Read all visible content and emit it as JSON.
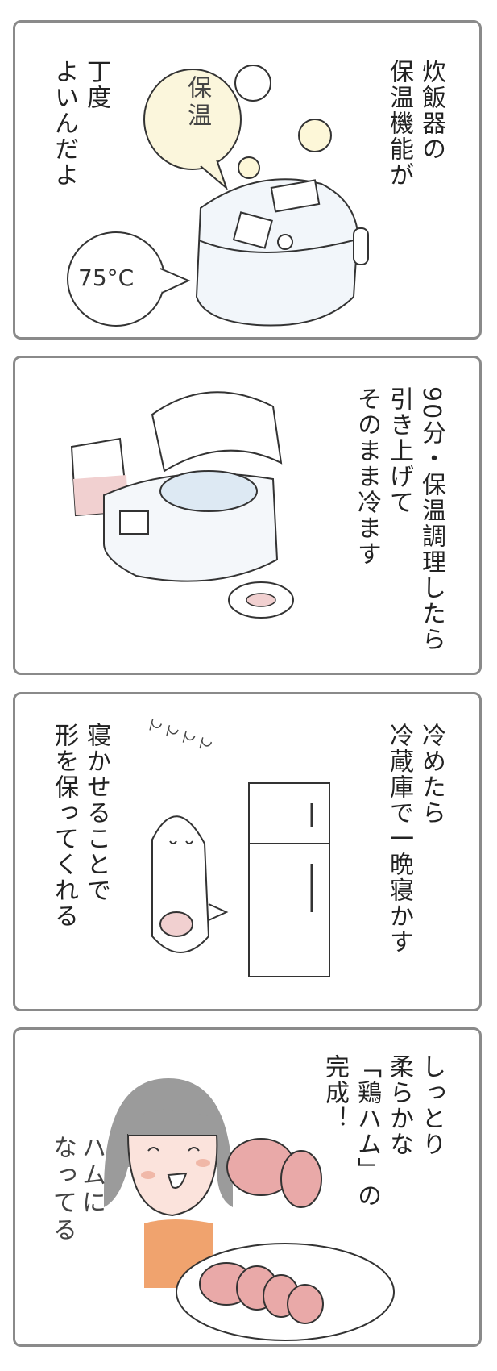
{
  "panels": [
    {
      "narration": "炊飯器の\n保温機能が",
      "caption": "丁度\nよいんだよ",
      "bubble_keep_warm": "保温",
      "bubble_temp": "75°C"
    },
    {
      "narration": "90分・保温調理したら\n引き上げて\nそのまま冷ます"
    },
    {
      "narration": "冷めたら\n冷蔵庫で一晩寝かす",
      "caption": "寝かせることで\n形を保ってくれる",
      "sleep_sound": "てててて"
    },
    {
      "narration": "しっとり\n柔らかな\n「鶏ハム」の\n完成！",
      "exclamation": "ハムに\nなってる"
    }
  ],
  "colors": {
    "border": "#8a8a8a",
    "ham": "#e9a9a8",
    "hair": "#9b9b9b",
    "shirt": "#f0a36e",
    "skin": "#fbe3dc"
  }
}
